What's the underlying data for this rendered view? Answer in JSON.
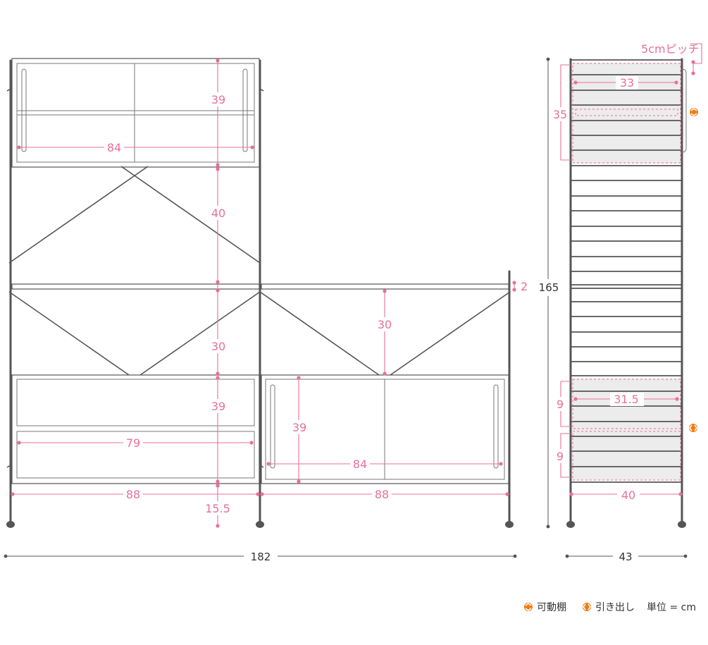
{
  "labels": {
    "pitch": "5cmピッチ",
    "front": {
      "top_shelf_h": "39",
      "top_inner_w": "84",
      "mid_h": "40",
      "lower_gap_h": "30",
      "right_gap_h": "30",
      "drawer_block_h": "39",
      "drawer_inner_w": "79",
      "right_cab_h": "39",
      "right_inner_w": "84",
      "shelf_t": "2",
      "left_w": "88",
      "right_w": "88",
      "foot_h": "15.5",
      "total_w": "182"
    },
    "side": {
      "inner_w_top": "33",
      "top_block_h": "35",
      "total_h": "165",
      "drawer_inner_w": "31.5",
      "drawer1_h": "9",
      "drawer2_h": "9",
      "depth_outer": "40",
      "total_depth": "43"
    }
  },
  "legend": {
    "movable_shelf": "可動棚",
    "drawer": "引き出し",
    "unit": "単位 = cm"
  },
  "colors": {
    "dimension": "#e8709a",
    "frame": "#555555",
    "legend_icon": "#f07d14"
  },
  "icons": {
    "movable_shelf": "movable-shelf-icon",
    "drawer": "drawer-icon"
  }
}
